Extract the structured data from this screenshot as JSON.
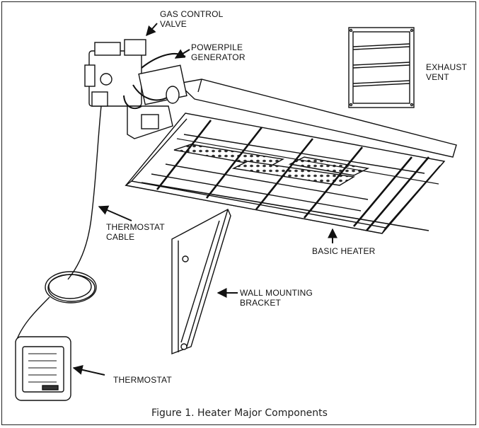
{
  "labels": {
    "gas_control_valve": [
      "GAS CONTROL",
      "VALVE"
    ],
    "powerpile_generator": [
      "POWERPILE",
      "GENERATOR"
    ],
    "exhaust_vent": [
      "EXHAUST",
      "VENT"
    ],
    "thermostat_cable": [
      "THERMOSTAT",
      "CABLE"
    ],
    "basic_heater": "BASIC HEATER",
    "wall_mounting_bracket": [
      "WALL MOUNTING",
      "BRACKET"
    ],
    "thermostat": "THERMOSTAT"
  },
  "caption": "Figure 1. Heater Major Components"
}
